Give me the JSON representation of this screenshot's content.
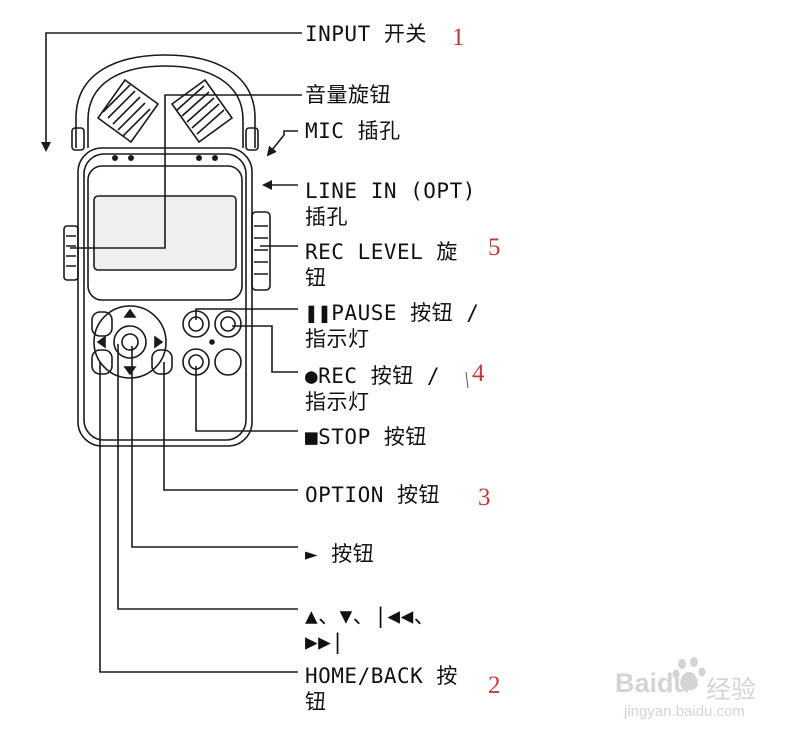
{
  "labels": {
    "input_switch": "INPUT 开关",
    "volume_knob": "音量旋钮",
    "mic_jack": "MIC 插孔",
    "line_in_1": "LINE IN (OPT)",
    "line_in_2": "插孔",
    "rec_level_1": "REC LEVEL 旋",
    "rec_level_2": "钮",
    "pause_1": "❚❚PAUSE 按钮 /",
    "pause_2": "指示灯",
    "rec_1": "●REC 按钮 /",
    "rec_2": "指示灯",
    "stop": "■STOP 按钮",
    "option": "OPTION 按钮",
    "play": "► 按钮",
    "nav_1": "▲、▼、|◀◀、",
    "nav_2": "▶▶|",
    "home_1": "HOME/BACK 按",
    "home_2": "钮"
  },
  "numbers": {
    "n1": "1",
    "n2": "2",
    "n3": "3",
    "n4": "4",
    "n5": "5"
  },
  "watermark": {
    "logo": "Baidu",
    "brand": "经验",
    "url": "jingyan.baidu.com"
  },
  "colors": {
    "line": "#1a1a1a",
    "number": "#c0393b",
    "watermark": "#d4d4d4"
  }
}
